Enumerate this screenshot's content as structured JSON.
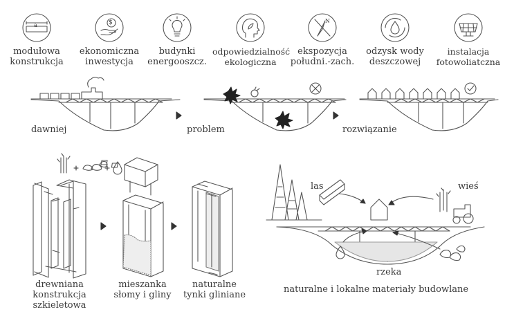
{
  "icons": [
    {
      "name": "width-dimension-icon",
      "glyph": "a",
      "lines": [
        "modułowa",
        "konstrukcja"
      ]
    },
    {
      "name": "dollar-hand-icon",
      "glyph": "$",
      "lines": [
        "ekonomiczna",
        "inwestycja"
      ]
    },
    {
      "name": "lightbulb-icon",
      "glyph": "",
      "lines": [
        "budynki",
        "energooszcz."
      ]
    },
    {
      "name": "head-leaf-icon",
      "glyph": "",
      "lines": [
        "odpowiedzialność",
        "ekologiczna"
      ]
    },
    {
      "name": "compass-icon",
      "glyph": "N",
      "lines": [
        "ekspozycja",
        "południ.-zach."
      ]
    },
    {
      "name": "water-drop-recycle-icon",
      "glyph": "",
      "lines": [
        "odzysk wody",
        "deszczowej"
      ]
    },
    {
      "name": "solar-panel-icon",
      "glyph": "",
      "lines": [
        "instalacja",
        "fotowoliatczna"
      ]
    }
  ],
  "stages": [
    "dawniej",
    "problem",
    "rozwiązanie"
  ],
  "materials": {
    "steps": [
      {
        "lines": [
          "drewniana",
          "konstrukcja",
          "szkieletowa"
        ]
      },
      {
        "lines": [
          "mieszanka",
          "słomy i gliny"
        ]
      },
      {
        "lines": [
          "naturalne",
          "tynki gliniane"
        ]
      }
    ]
  },
  "scene": {
    "las": "las",
    "wies": "wieś",
    "rzeka": "rzeka",
    "caption": "naturalne i lokalne materiały budowlane"
  }
}
